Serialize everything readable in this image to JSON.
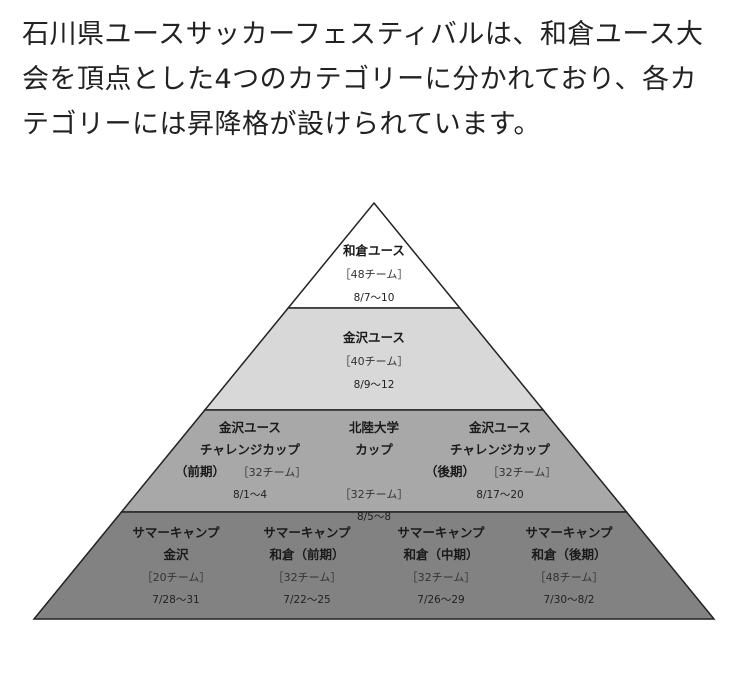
{
  "intro_lines": [
    "石川県ユースサッカーフェスティバルは、和倉ユース大",
    "会を頂点とした4つのカテゴリーに分かれており、各カ",
    "テゴリーには昇降格が設けられています。"
  ],
  "tiers": [
    {
      "fill": "#ffffff",
      "events": [
        {
          "name": [
            "和倉ユース"
          ],
          "teams": "［48チーム］",
          "dates": "8/7〜10"
        }
      ]
    },
    {
      "fill": "#d8d8d8",
      "events": [
        {
          "name": [
            "金沢ユース"
          ],
          "teams": "［40チーム］",
          "dates": "8/9〜12"
        }
      ]
    },
    {
      "fill": "#a8a8a8",
      "events": [
        {
          "name": [
            "金沢ユース",
            "チャレンジカップ",
            "（前期）"
          ],
          "teams": "［32チーム］",
          "dates": "8/1〜4"
        },
        {
          "name": [
            "北陸大学",
            "カップ"
          ],
          "teams": "［32チーム］",
          "dates": "8/5〜8"
        },
        {
          "name": [
            "金沢ユース",
            "チャレンジカップ",
            "（後期）"
          ],
          "teams": "［32チーム］",
          "dates": "8/17〜20"
        }
      ]
    },
    {
      "fill": "#828282",
      "events": [
        {
          "name": [
            "サマーキャンプ",
            "金沢"
          ],
          "teams": "［20チーム］",
          "dates": "7/28〜31"
        },
        {
          "name": [
            "サマーキャンプ",
            "和倉（前期）"
          ],
          "teams": "［32チーム］",
          "dates": "7/22〜25"
        },
        {
          "name": [
            "サマーキャンプ",
            "和倉（中期）"
          ],
          "teams": "［32チーム］",
          "dates": "7/26〜29"
        },
        {
          "name": [
            "サマーキャンプ",
            "和倉（後期）"
          ],
          "teams": "［48チーム］",
          "dates": "7/30〜8/2"
        }
      ]
    }
  ]
}
